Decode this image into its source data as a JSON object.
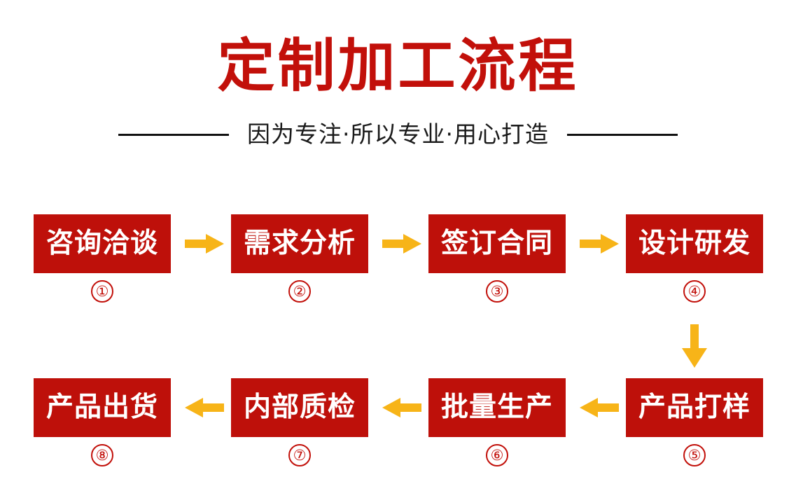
{
  "header": {
    "title": "定制加工流程",
    "subtitle": "因为专注·所以专业·用心打造"
  },
  "colors": {
    "brand_red": "#BE100A",
    "title_red": "#C2100A",
    "arrow_yellow": "#F7B418",
    "rule_black": "#111111",
    "background": "#FFFFFF",
    "box_text": "#FFFFFF"
  },
  "flow": {
    "direction_row1": "left-to-right",
    "direction_row2": "right-to-left",
    "steps": [
      {
        "number": "①",
        "label": "咨询洽谈",
        "row": 1,
        "col": 1
      },
      {
        "number": "②",
        "label": "需求分析",
        "row": 1,
        "col": 2
      },
      {
        "number": "③",
        "label": "签订合同",
        "row": 1,
        "col": 3
      },
      {
        "number": "④",
        "label": "设计研发",
        "row": 1,
        "col": 4
      },
      {
        "number": "⑤",
        "label": "产品打样",
        "row": 2,
        "col": 4
      },
      {
        "number": "⑥",
        "label": "批量生产",
        "row": 2,
        "col": 3
      },
      {
        "number": "⑦",
        "label": "内部质检",
        "row": 2,
        "col": 2
      },
      {
        "number": "⑧",
        "label": "产品出货",
        "row": 2,
        "col": 1
      }
    ],
    "connectors": [
      {
        "name": "arrow-right-1-to-2",
        "direction": "right"
      },
      {
        "name": "arrow-right-2-to-3",
        "direction": "right"
      },
      {
        "name": "arrow-right-3-to-4",
        "direction": "right"
      },
      {
        "name": "arrow-down-4-to-5",
        "direction": "down"
      },
      {
        "name": "arrow-left-5-to-6",
        "direction": "left"
      },
      {
        "name": "arrow-left-6-to-7",
        "direction": "left"
      },
      {
        "name": "arrow-left-7-to-8",
        "direction": "left"
      }
    ]
  }
}
